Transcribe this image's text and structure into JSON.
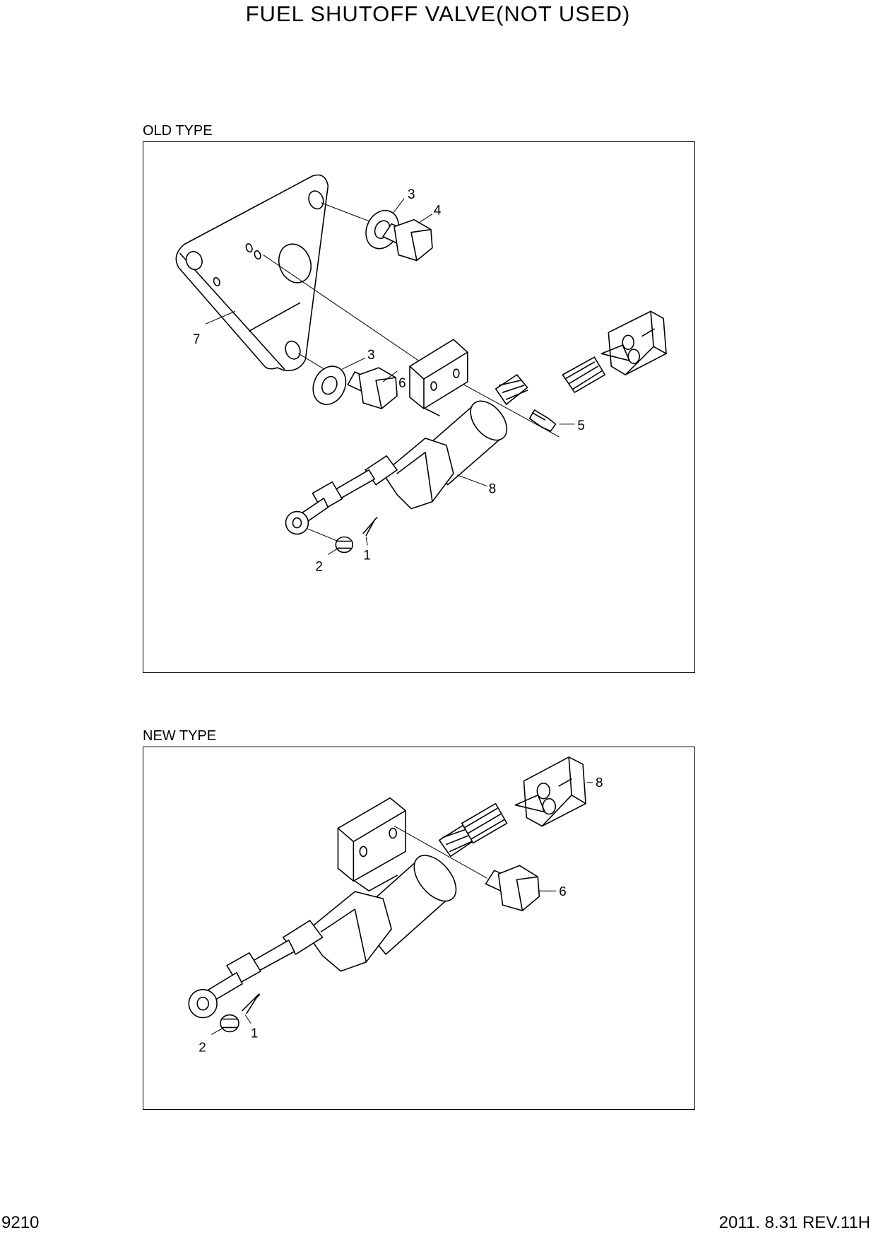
{
  "title": "FUEL SHUTOFF VALVE(NOT USED)",
  "sections": {
    "old": {
      "label": "OLD TYPE",
      "callouts": {
        "c1": "1",
        "c2": "2",
        "c3a": "3",
        "c3b": "3",
        "c4": "4",
        "c5": "5",
        "c6": "6",
        "c7": "7",
        "c8": "8"
      }
    },
    "new": {
      "label": "NEW TYPE",
      "callouts": {
        "c1": "1",
        "c2": "2",
        "c6": "6",
        "c8": "8"
      }
    }
  },
  "footer": {
    "page_number": "9210",
    "revision": "2011. 8.31 REV.11H"
  }
}
